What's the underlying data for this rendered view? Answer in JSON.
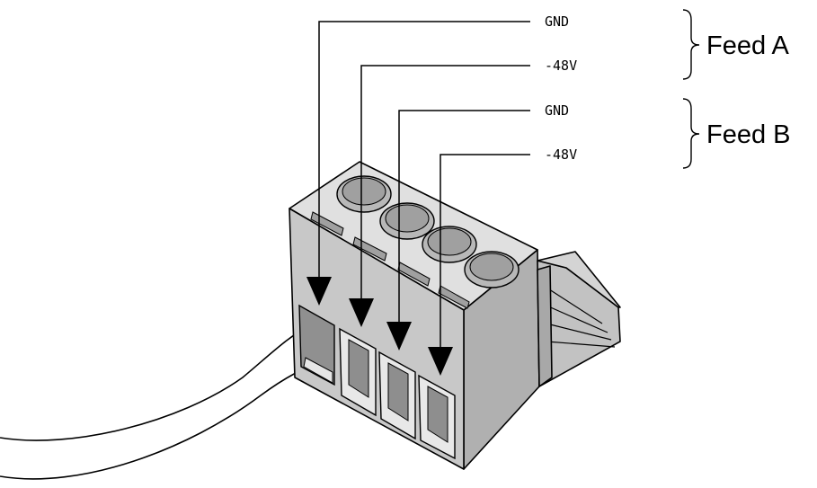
{
  "leaders": [
    {
      "label": "GND"
    },
    {
      "label": "-48V"
    },
    {
      "label": "GND"
    },
    {
      "label": "-48V"
    }
  ],
  "feeds": [
    {
      "label": "Feed A"
    },
    {
      "label": "Feed B"
    }
  ],
  "colors": {
    "housing_front": "#c8c8c8",
    "housing_top": "#e0e0e0",
    "housing_side": "#b0b0b0",
    "slot": "#909090",
    "line": "#000000"
  }
}
